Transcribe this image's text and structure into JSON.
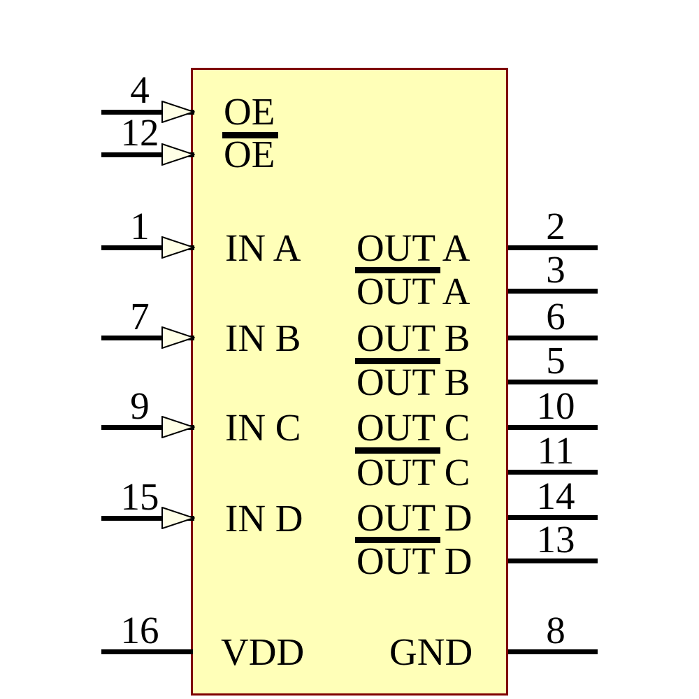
{
  "colors": {
    "body_fill": "#ffffb8",
    "body_border": "#7f0000",
    "wire": "#000000",
    "arrow_fill": "#ffffe6",
    "text": "#000000",
    "background": "#ffffff"
  },
  "pins": {
    "left": [
      "4",
      "12",
      "1",
      "7",
      "9",
      "15",
      "16"
    ],
    "right": [
      "2",
      "3",
      "6",
      "5",
      "10",
      "11",
      "14",
      "13",
      "8"
    ]
  },
  "labels": {
    "left": [
      "OE",
      "OE",
      "IN A",
      "IN B",
      "IN C",
      "IN D",
      "VDD"
    ],
    "right": [
      "OUT A",
      "OUT A",
      "OUT B",
      "OUT B",
      "OUT C",
      "OUT C",
      "OUT D",
      "OUT D",
      "GND"
    ]
  }
}
